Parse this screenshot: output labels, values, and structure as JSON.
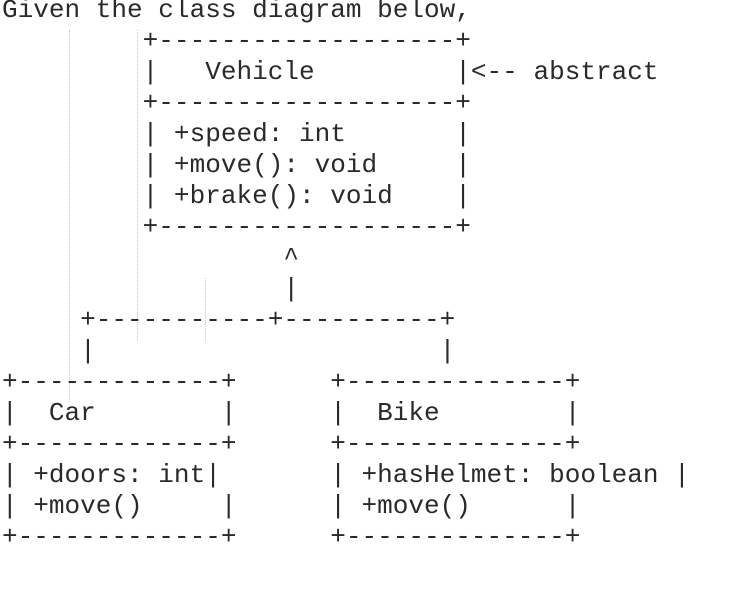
{
  "lines": [
    "Given the class diagram below,",
    "",
    "         +-------------------+",
    "         |   Vehicle         |<-- abstract",
    "         +-------------------+",
    "         | +speed: int       |",
    "         | +move(): void     |",
    "         | +brake(): void    |",
    "         +-------------------+",
    "                  ^",
    "                  |",
    "     +-----------+----------+",
    "     |                      |",
    "+-------------+      +--------------+",
    "|  Car        |      |  Bike        |",
    "+-------------+      +--------------+",
    "| +doors: int|       | +hasHelmet: boolean |",
    "| +move()     |      | +move()      |",
    "+-------------+      +--------------+"
  ]
}
